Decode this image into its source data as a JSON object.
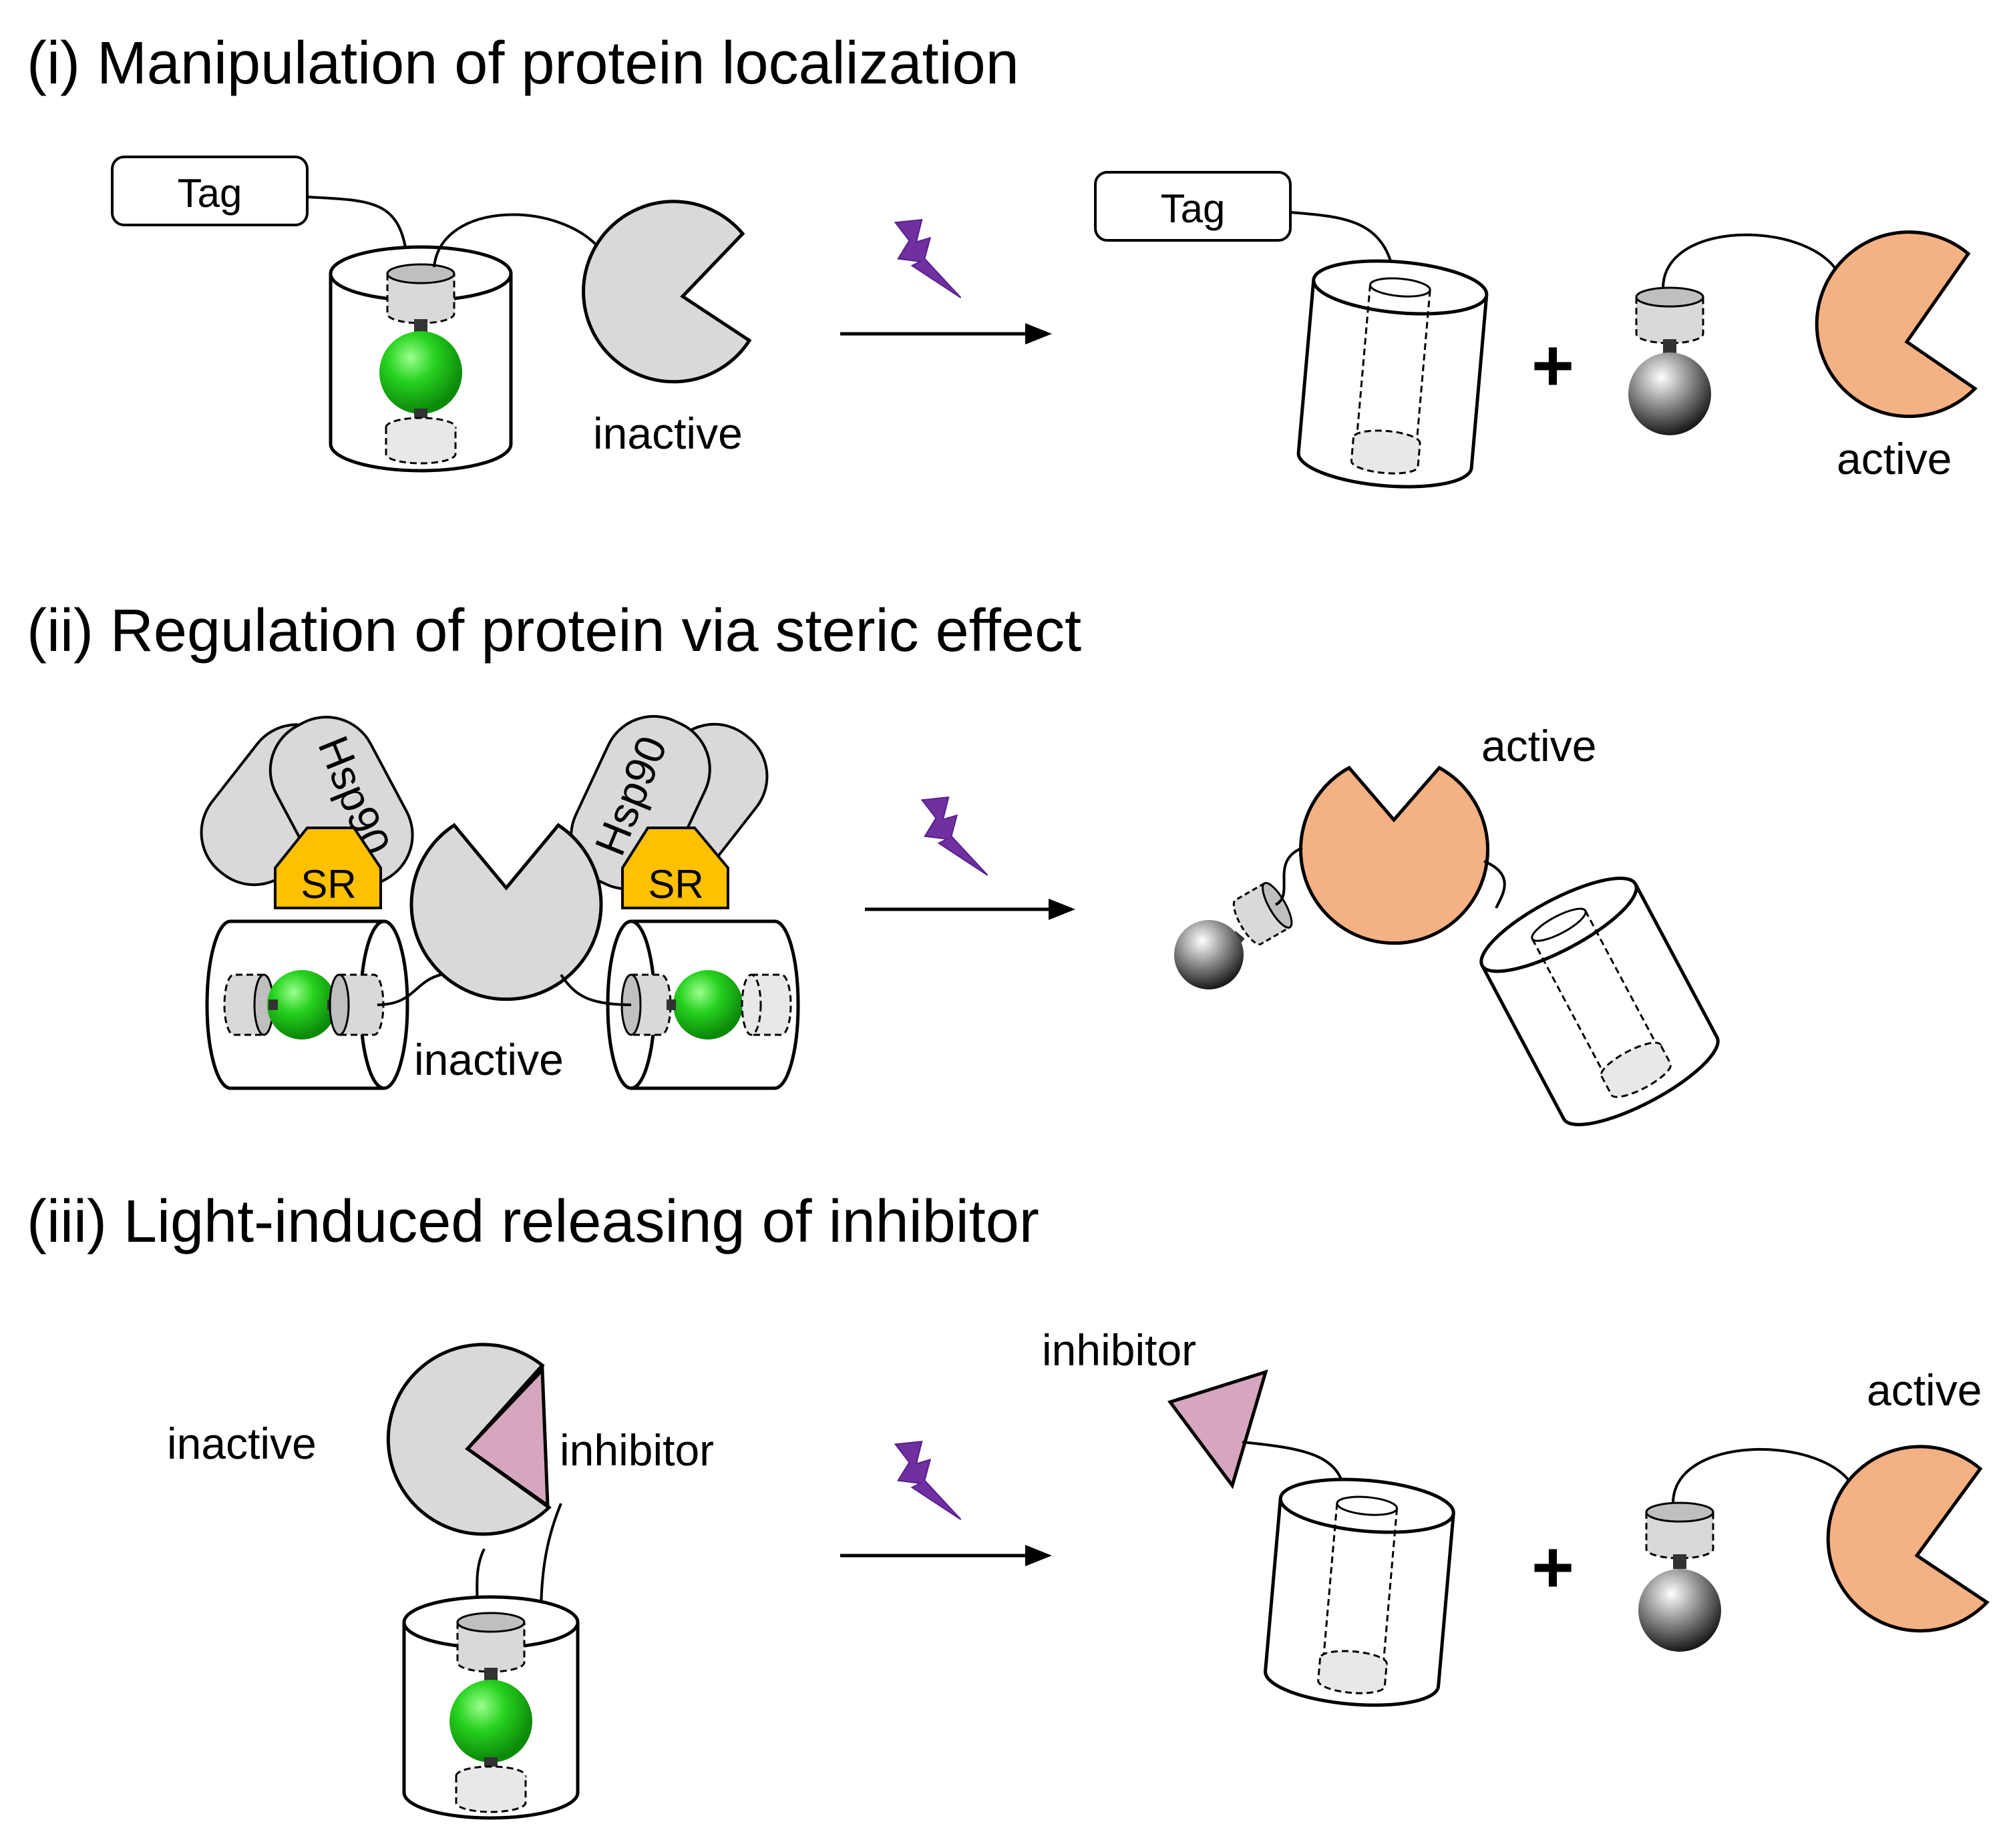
{
  "sections": [
    {
      "heading": "(i) Manipulation of protein localization",
      "tag_left": "Tag",
      "tag_right": "Tag",
      "state_before": "inactive",
      "state_after": "active",
      "plus": "+"
    },
    {
      "heading": "(ii) Regulation of protein via steric effect",
      "hsp_left": "Hsp90",
      "hsp_right": "Hsp90",
      "sr_left": "SR",
      "sr_right": "SR",
      "state_before": "inactive",
      "state_after": "active"
    },
    {
      "heading": "(iii) Light-induced releasing of inhibitor",
      "state_before": "inactive",
      "inhibitor_before": "inhibitor",
      "inhibitor_after": "inhibitor",
      "state_after": "active",
      "plus": "+"
    }
  ],
  "icons": [
    "lightning-bolt-icon",
    "reaction-arrow-icon"
  ],
  "colors": {
    "inactive_protein": "#d9d9d9",
    "active_protein": "#f4b183",
    "chromophore_green": "#22c41e",
    "lightning": "#7030a0",
    "sr_box": "#ffc000",
    "inhibitor": "#d5a6bd",
    "released_sphere": "#555555"
  }
}
